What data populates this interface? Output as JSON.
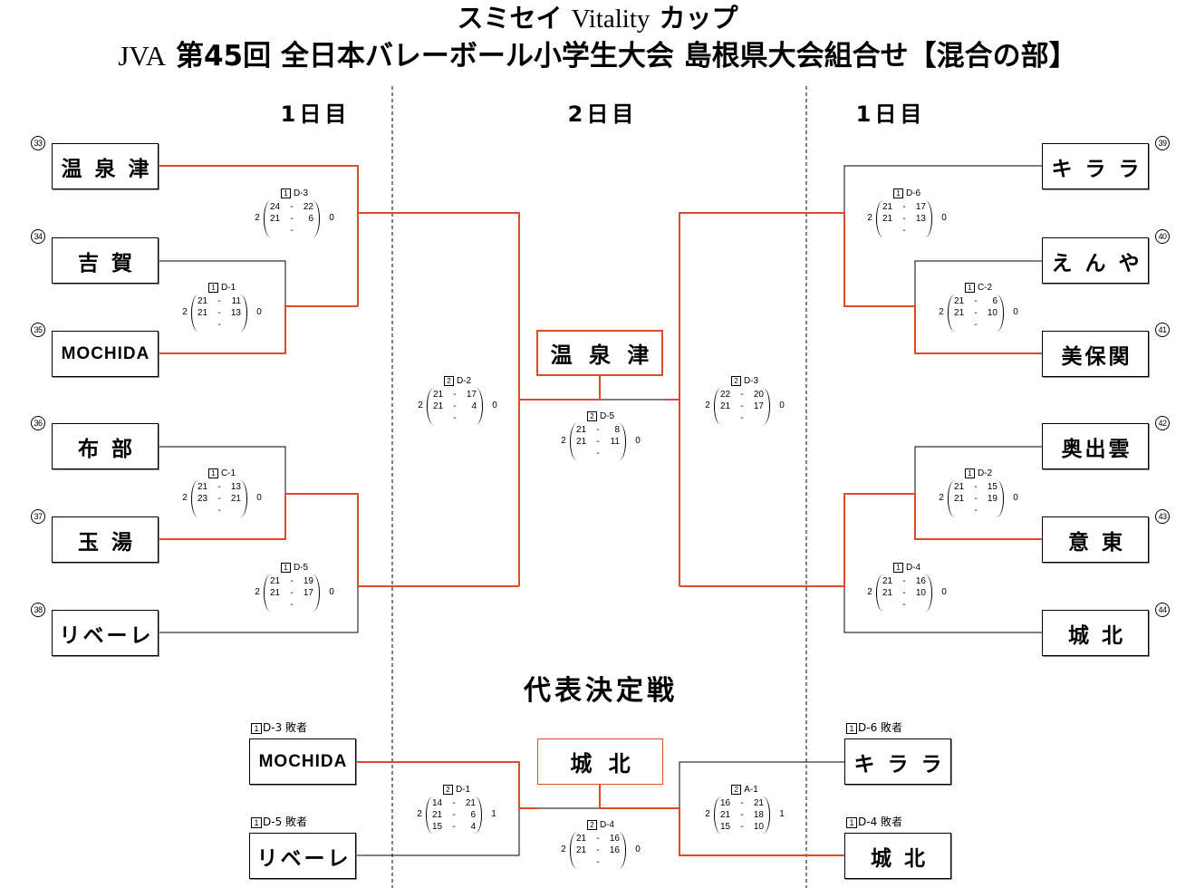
{
  "title": {
    "line1_a": "スミセイ",
    "line1_brand": "Vitality",
    "line1_b": "カップ",
    "line2_org": "JVA",
    "line2_rest": "第45回 全日本バレーボール小学生大会 島根県大会組合せ【混合の部】"
  },
  "day_headers": {
    "left": "1日目",
    "center": "2日目",
    "right": "1日目"
  },
  "left_teams": [
    {
      "no": "33",
      "name": "温 泉 津"
    },
    {
      "no": "34",
      "name": "吉 賀"
    },
    {
      "no": "35",
      "name": "MOCHIDA"
    },
    {
      "no": "36",
      "name": "布 部"
    },
    {
      "no": "37",
      "name": "玉 湯"
    },
    {
      "no": "38",
      "name": "リベーレ"
    }
  ],
  "right_teams": [
    {
      "no": "39",
      "name": "キ ラ ラ"
    },
    {
      "no": "40",
      "name": "え ん や"
    },
    {
      "no": "41",
      "name": "美保関"
    },
    {
      "no": "42",
      "name": "奥出雲"
    },
    {
      "no": "43",
      "name": "意 東"
    },
    {
      "no": "44",
      "name": "城 北"
    }
  ],
  "champion": "温 泉 津",
  "set_separator": "-",
  "matches": [
    {
      "round": "1",
      "code": "D-3",
      "sets_left": "2",
      "sets_right": "0",
      "sets": [
        [
          "24",
          "22"
        ],
        [
          "21",
          "6"
        ]
      ]
    },
    {
      "round": "1",
      "code": "D-1",
      "sets_left": "2",
      "sets_right": "0",
      "sets": [
        [
          "21",
          "11"
        ],
        [
          "21",
          "13"
        ]
      ]
    },
    {
      "round": "1",
      "code": "C-1",
      "sets_left": "2",
      "sets_right": "0",
      "sets": [
        [
          "21",
          "13"
        ],
        [
          "23",
          "21"
        ]
      ]
    },
    {
      "round": "1",
      "code": "D-5",
      "sets_left": "2",
      "sets_right": "0",
      "sets": [
        [
          "21",
          "19"
        ],
        [
          "21",
          "17"
        ]
      ]
    },
    {
      "round": "2",
      "code": "D-2",
      "sets_left": "2",
      "sets_right": "0",
      "sets": [
        [
          "21",
          "17"
        ],
        [
          "21",
          "4"
        ]
      ]
    },
    {
      "round": "2",
      "code": "D-5",
      "sets_left": "2",
      "sets_right": "0",
      "sets": [
        [
          "21",
          "8"
        ],
        [
          "21",
          "11"
        ]
      ]
    },
    {
      "round": "2",
      "code": "D-3",
      "sets_left": "2",
      "sets_right": "0",
      "sets": [
        [
          "22",
          "20"
        ],
        [
          "21",
          "17"
        ]
      ]
    },
    {
      "round": "1",
      "code": "D-6",
      "sets_left": "2",
      "sets_right": "0",
      "sets": [
        [
          "21",
          "17"
        ],
        [
          "21",
          "13"
        ]
      ]
    },
    {
      "round": "1",
      "code": "C-2",
      "sets_left": "2",
      "sets_right": "0",
      "sets": [
        [
          "21",
          "6"
        ],
        [
          "21",
          "10"
        ]
      ]
    },
    {
      "round": "1",
      "code": "D-2",
      "sets_left": "2",
      "sets_right": "0",
      "sets": [
        [
          "21",
          "15"
        ],
        [
          "21",
          "19"
        ]
      ]
    },
    {
      "round": "1",
      "code": "D-4",
      "sets_left": "2",
      "sets_right": "0",
      "sets": [
        [
          "21",
          "16"
        ],
        [
          "21",
          "10"
        ]
      ]
    },
    {
      "round": "2",
      "code": "D-1",
      "sets_left": "2",
      "sets_right": "1",
      "sets": [
        [
          "14",
          "21"
        ],
        [
          "21",
          "6"
        ],
        [
          "15",
          "4"
        ]
      ]
    },
    {
      "round": "2",
      "code": "D-4",
      "sets_left": "2",
      "sets_right": "0",
      "sets": [
        [
          "21",
          "16"
        ],
        [
          "21",
          "16"
        ]
      ]
    },
    {
      "round": "2",
      "code": "A-1",
      "sets_left": "2",
      "sets_right": "1",
      "sets": [
        [
          "16",
          "21"
        ],
        [
          "21",
          "18"
        ],
        [
          "15",
          "10"
        ]
      ]
    }
  ],
  "playoff": {
    "title": "代表決定戦",
    "entries_left": [
      {
        "round": "1",
        "label": "D-3 敗者",
        "name": "MOCHIDA"
      },
      {
        "round": "1",
        "label": "D-5 敗者",
        "name": "リベーレ"
      }
    ],
    "entries_right": [
      {
        "round": "1",
        "label": "D-6 敗者",
        "name": "キ ラ ラ"
      },
      {
        "round": "1",
        "label": "D-4 敗者",
        "name": "城 北"
      }
    ],
    "winner": "城 北"
  },
  "colors": {
    "advancing_line": "#dd4b2c",
    "bracket_line": "#000000"
  }
}
